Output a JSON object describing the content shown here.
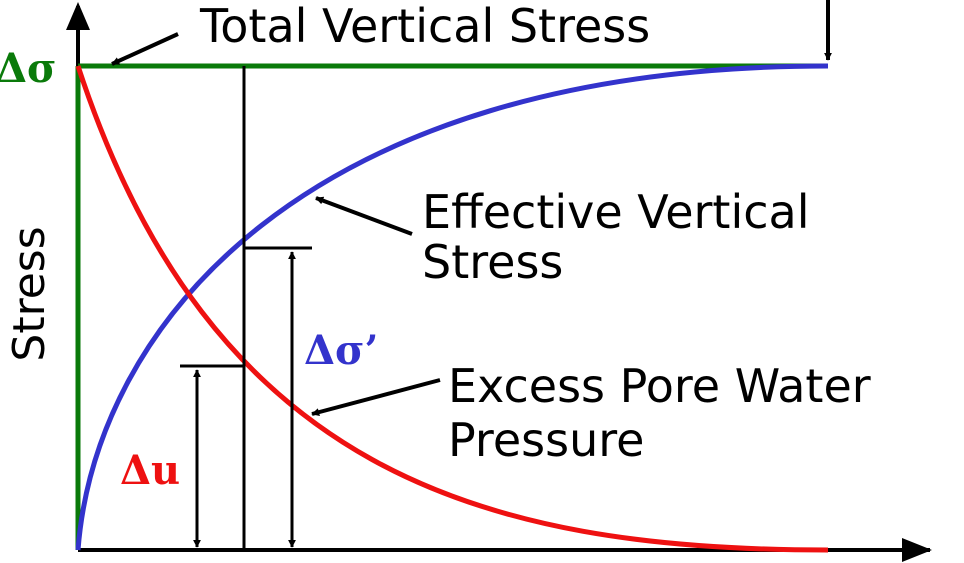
{
  "diagram": {
    "labels": {
      "total_stress": "Total Vertical Stress",
      "effective_stress_line1": "Effective Vertical",
      "effective_stress_line2": "Stress",
      "pore_pressure_line1": "Excess Pore Water",
      "pore_pressure_line2": "Pressure",
      "y_axis": "Stress",
      "delta_sigma": "Δσ",
      "delta_sigma_prime": "Δσ’",
      "delta_u": "Δu"
    },
    "colors": {
      "total_stress": "#0a7a0a",
      "effective_stress": "#3333cc",
      "pore_pressure": "#ee1111",
      "axes": "#000000"
    }
  }
}
